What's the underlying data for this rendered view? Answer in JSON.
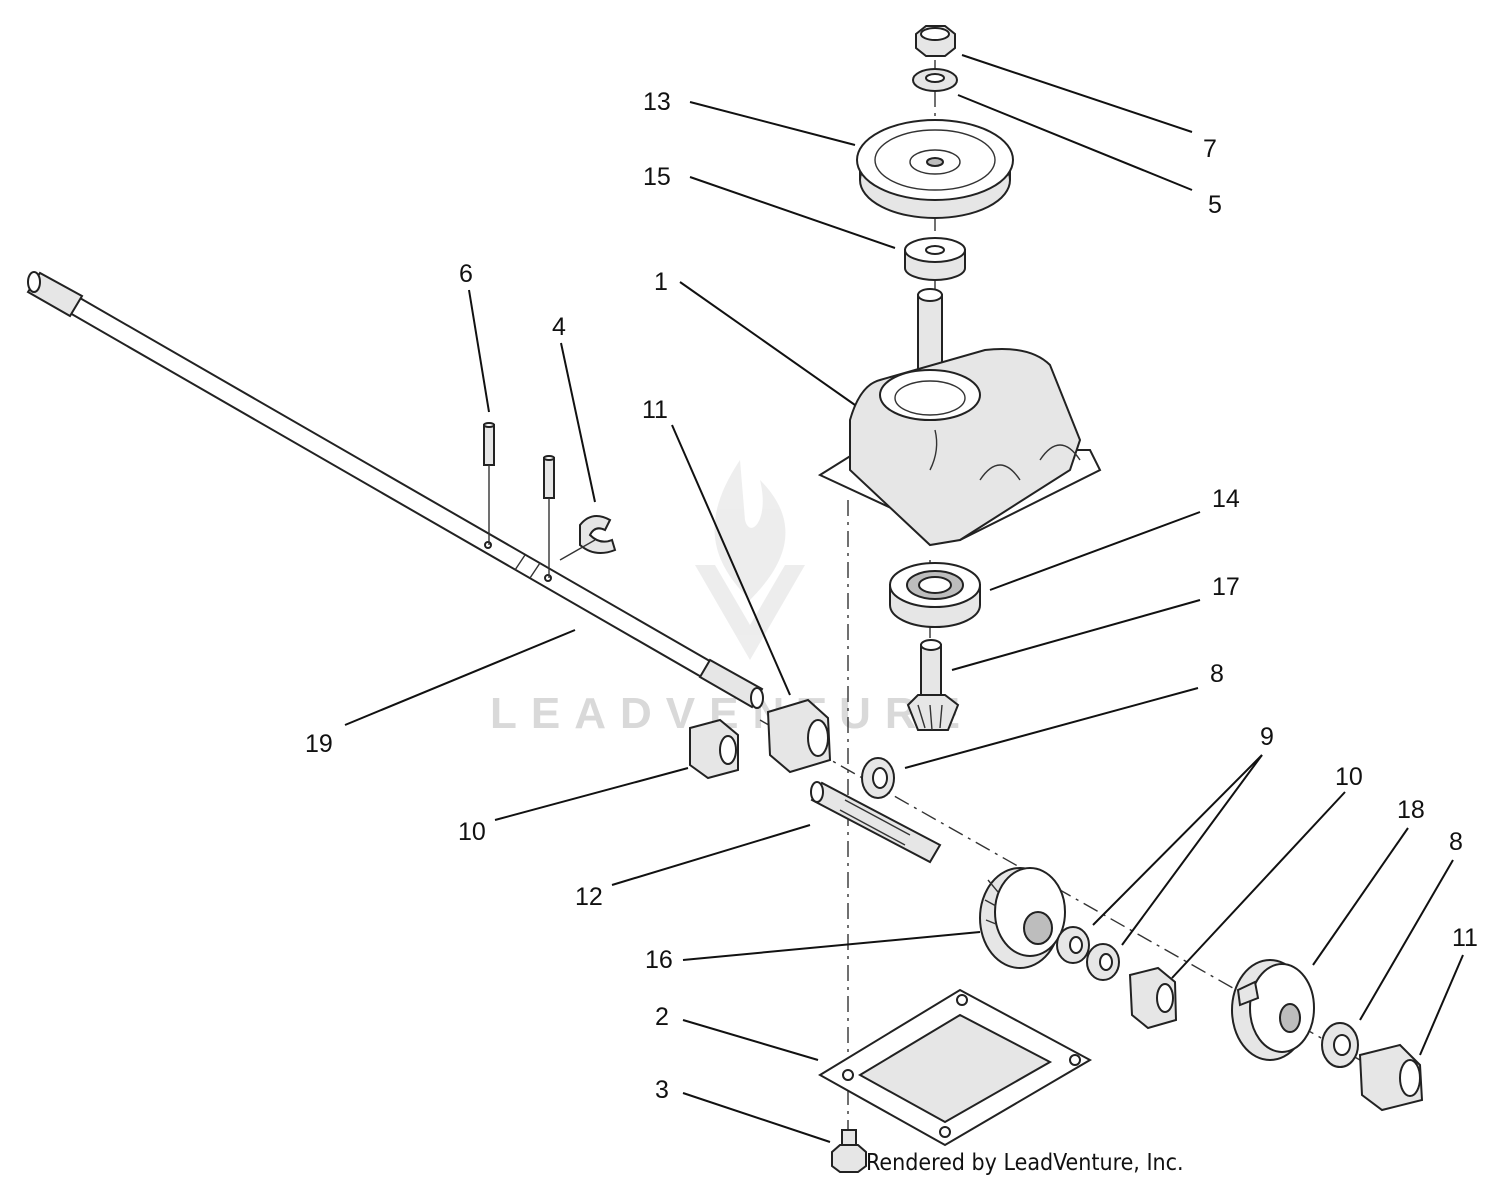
{
  "diagram": {
    "callouts": {
      "p7": "7",
      "p5": "5",
      "p13": "13",
      "p15": "15",
      "p1": "1",
      "p6": "6",
      "p4": "4",
      "p11a": "11",
      "p14": "14",
      "p17": "17",
      "p8a": "8",
      "p19": "19",
      "p9": "9",
      "p10a": "10",
      "p10b": "10",
      "p18": "18",
      "p8b": "8",
      "p11b": "11",
      "p12": "12",
      "p16": "16",
      "p2": "2",
      "p3": "3"
    },
    "watermark": "LEADVENTURE",
    "credit": "Rendered by LeadVenture, Inc."
  }
}
